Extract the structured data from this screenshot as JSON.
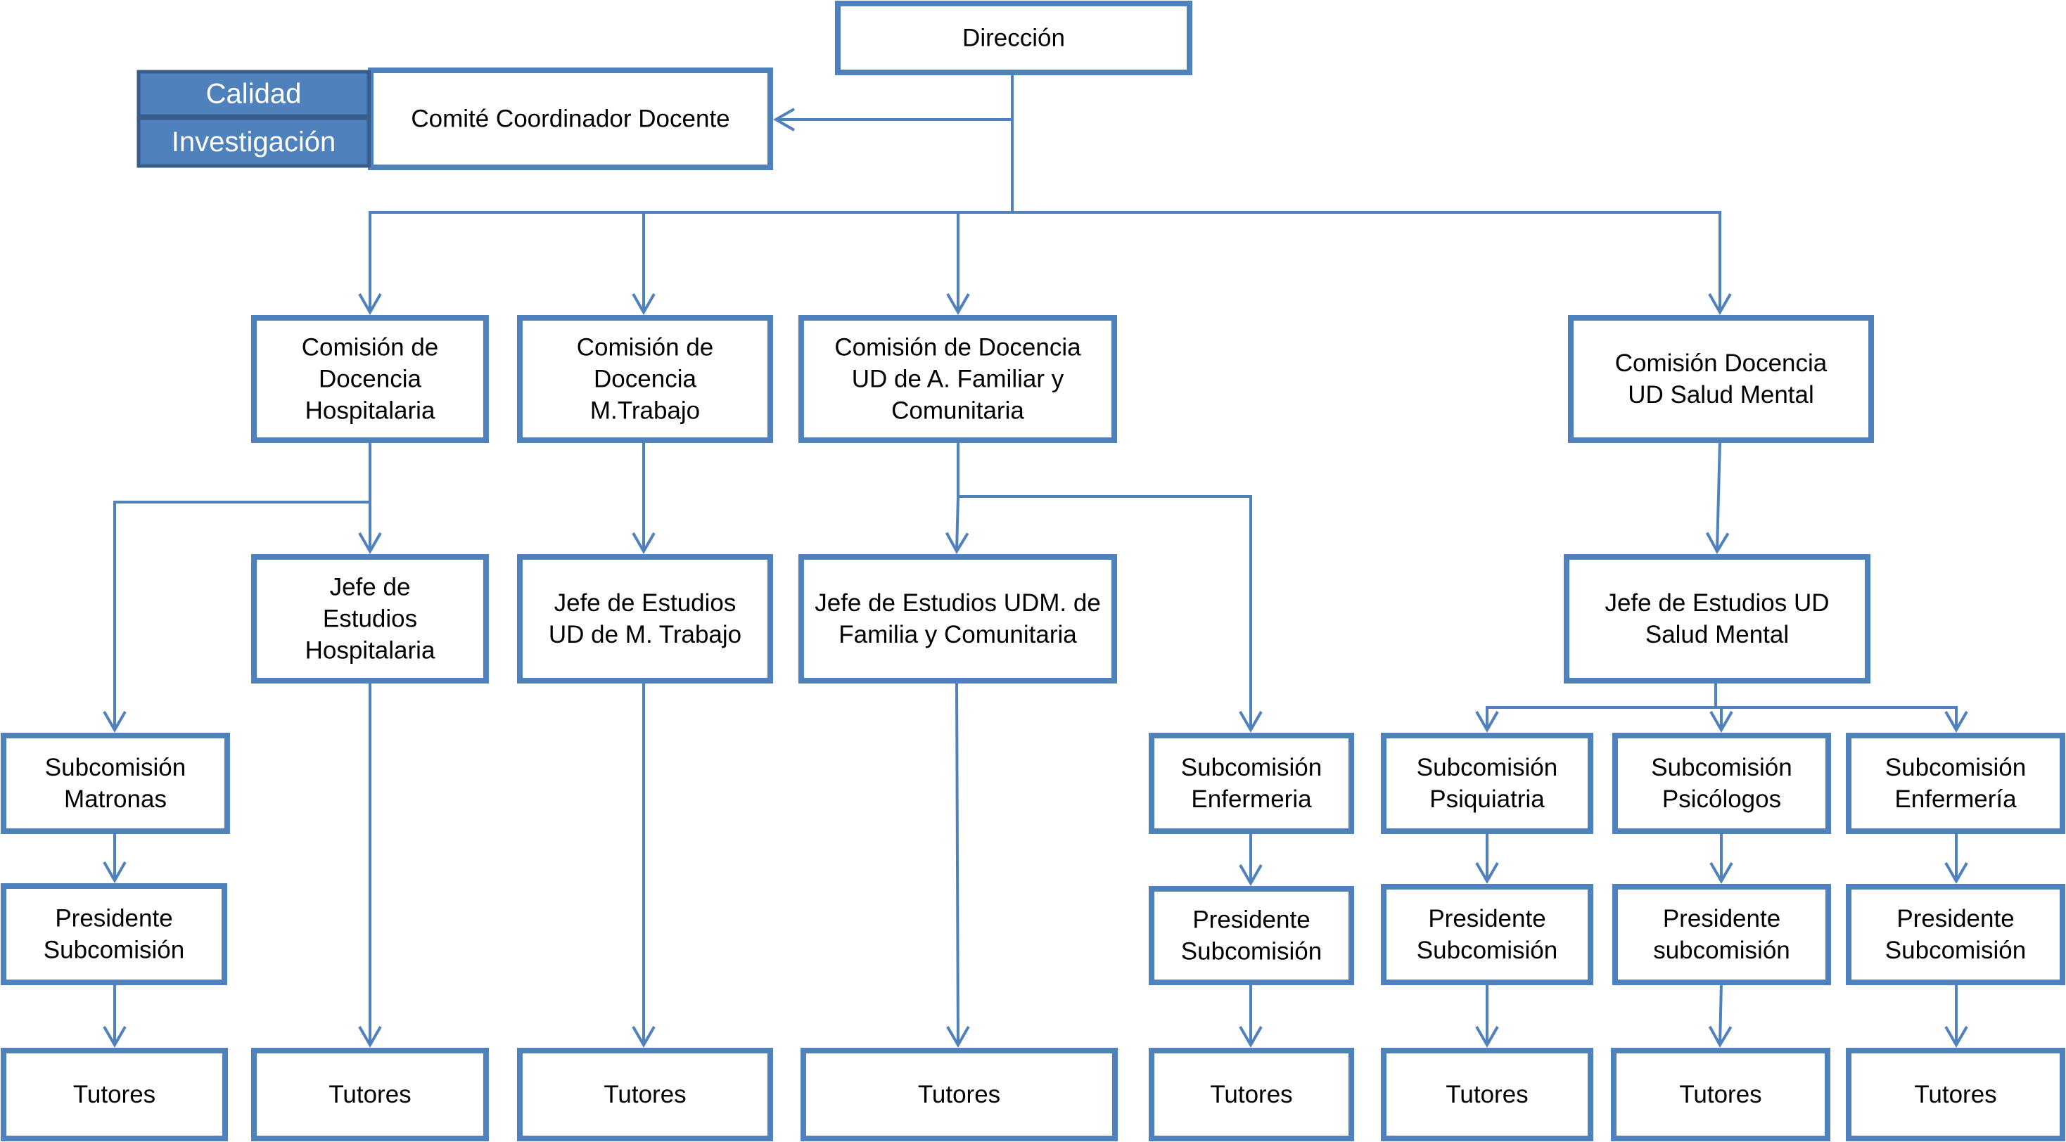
{
  "colors": {
    "border": "#4f81bd",
    "tag_fill": "#4f81bd",
    "tag_border": "#385d8a",
    "text": "#000000",
    "tag_text": "#ffffff"
  },
  "nodes": [
    {
      "id": "direccion",
      "lines": [
        "Dirección"
      ]
    },
    {
      "id": "comite",
      "lines": [
        "Comité Coordinador Docente"
      ]
    },
    {
      "id": "com-hosp",
      "lines": [
        "Comisión de",
        "Docencia",
        "Hospitalaria"
      ]
    },
    {
      "id": "com-mtrabajo",
      "lines": [
        "Comisión de",
        "Docencia",
        "M.Trabajo"
      ]
    },
    {
      "id": "com-afc",
      "lines": [
        "Comisión de Docencia",
        "UD de A. Familiar y",
        "Comunitaria"
      ]
    },
    {
      "id": "com-sm",
      "lines": [
        "Comisión Docencia",
        "UD Salud Mental"
      ]
    },
    {
      "id": "jefe-hosp",
      "lines": [
        "Jefe de",
        "Estudios",
        "Hospitalaria"
      ]
    },
    {
      "id": "jefe-mtrabajo",
      "lines": [
        "Jefe de Estudios",
        "UD de M. Trabajo"
      ]
    },
    {
      "id": "jefe-afc",
      "lines": [
        "Jefe de Estudios UDM. de",
        "Familia y Comunitaria"
      ]
    },
    {
      "id": "jefe-sm",
      "lines": [
        "Jefe de Estudios UD",
        "Salud Mental"
      ]
    },
    {
      "id": "sub-matronas",
      "lines": [
        "Subcomisión",
        "Matronas"
      ]
    },
    {
      "id": "sub-enf-afc",
      "lines": [
        "Subcomisión",
        "Enfermeria"
      ]
    },
    {
      "id": "sub-psiq",
      "lines": [
        "Subcomisión",
        "Psiquiatria"
      ]
    },
    {
      "id": "sub-psic",
      "lines": [
        "Subcomisión",
        "Psicólogos"
      ]
    },
    {
      "id": "sub-enf-sm",
      "lines": [
        "Subcomisión",
        "Enfermería"
      ]
    },
    {
      "id": "pres-matronas",
      "lines": [
        "Presidente",
        "Subcomisión"
      ]
    },
    {
      "id": "pres-enf-afc",
      "lines": [
        "Presidente",
        "Subcomisión"
      ]
    },
    {
      "id": "pres-psiq",
      "lines": [
        "Presidente",
        "Subcomisión"
      ]
    },
    {
      "id": "pres-psic",
      "lines": [
        "Presidente",
        "subcomisión"
      ]
    },
    {
      "id": "pres-enf-sm",
      "lines": [
        "Presidente",
        "Subcomisión"
      ]
    },
    {
      "id": "tut-1",
      "lines": [
        "Tutores"
      ]
    },
    {
      "id": "tut-2",
      "lines": [
        "Tutores"
      ]
    },
    {
      "id": "tut-3",
      "lines": [
        "Tutores"
      ]
    },
    {
      "id": "tut-4",
      "lines": [
        "Tutores"
      ]
    },
    {
      "id": "tut-5",
      "lines": [
        "Tutores"
      ]
    },
    {
      "id": "tut-6",
      "lines": [
        "Tutores"
      ]
    },
    {
      "id": "tut-7",
      "lines": [
        "Tutores"
      ]
    },
    {
      "id": "tut-8",
      "lines": [
        "Tutores"
      ]
    }
  ],
  "tags": [
    {
      "id": "calidad",
      "label": "Calidad"
    },
    {
      "id": "investigacion",
      "label": "Investigación"
    }
  ],
  "edges": [
    {
      "from": "direccion",
      "to": "comite"
    },
    {
      "from": "direccion",
      "to": "com-hosp"
    },
    {
      "from": "direccion",
      "to": "com-mtrabajo"
    },
    {
      "from": "direccion",
      "to": "com-afc"
    },
    {
      "from": "direccion",
      "to": "com-sm"
    },
    {
      "from": "com-hosp",
      "to": "jefe-hosp"
    },
    {
      "from": "com-hosp",
      "to": "sub-matronas"
    },
    {
      "from": "com-mtrabajo",
      "to": "jefe-mtrabajo"
    },
    {
      "from": "com-afc",
      "to": "jefe-afc"
    },
    {
      "from": "com-afc",
      "to": "sub-enf-afc"
    },
    {
      "from": "com-sm",
      "to": "jefe-sm"
    },
    {
      "from": "jefe-sm",
      "to": "sub-psiq"
    },
    {
      "from": "jefe-sm",
      "to": "sub-psic"
    },
    {
      "from": "jefe-sm",
      "to": "sub-enf-sm"
    },
    {
      "from": "sub-matronas",
      "to": "pres-matronas"
    },
    {
      "from": "pres-matronas",
      "to": "tut-1"
    },
    {
      "from": "jefe-hosp",
      "to": "tut-2"
    },
    {
      "from": "jefe-mtrabajo",
      "to": "tut-3"
    },
    {
      "from": "jefe-afc",
      "to": "tut-4"
    },
    {
      "from": "sub-enf-afc",
      "to": "pres-enf-afc"
    },
    {
      "from": "pres-enf-afc",
      "to": "tut-5"
    },
    {
      "from": "sub-psiq",
      "to": "pres-psiq"
    },
    {
      "from": "pres-psiq",
      "to": "tut-6"
    },
    {
      "from": "sub-psic",
      "to": "pres-psic"
    },
    {
      "from": "pres-psic",
      "to": "tut-7"
    },
    {
      "from": "sub-enf-sm",
      "to": "pres-enf-sm"
    },
    {
      "from": "pres-enf-sm",
      "to": "tut-8"
    }
  ]
}
